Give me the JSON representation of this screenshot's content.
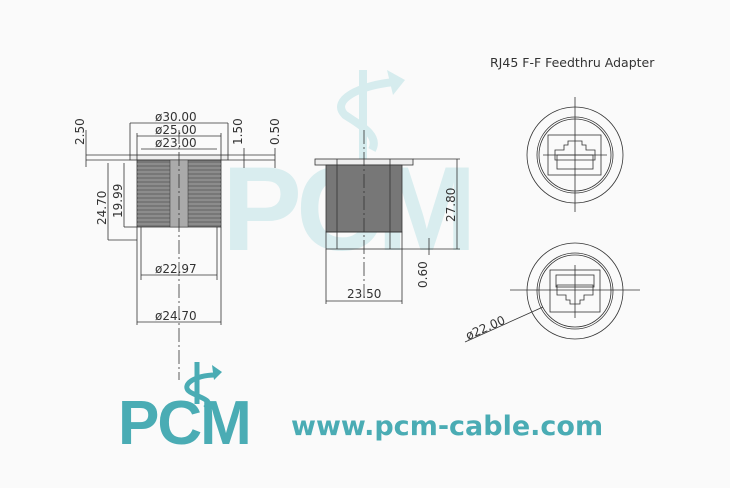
{
  "title": "RJ45 F-F Feedthru Adapter",
  "brand": {
    "logo": "PCM",
    "url": "www.pcm-cable.com",
    "color": "#4aacb4",
    "watermark_color": "#d6ecee"
  },
  "side_view": {
    "dimensions": {
      "d30": "ø30.00",
      "d25": "ø25.00",
      "d23": "ø23.00",
      "h250": "2.50",
      "h150": "1.50",
      "h050": "0.50",
      "h2470": "24.70",
      "h1999": "19.99",
      "d2297": "ø22.97",
      "d2470": "ø24.70"
    }
  },
  "front_view": {
    "dimensions": {
      "h2780": "27.80",
      "h060": "0.60",
      "w2350": "23.50"
    }
  },
  "end_view": {
    "dimensions": {
      "d2200": "ø22.00"
    }
  }
}
